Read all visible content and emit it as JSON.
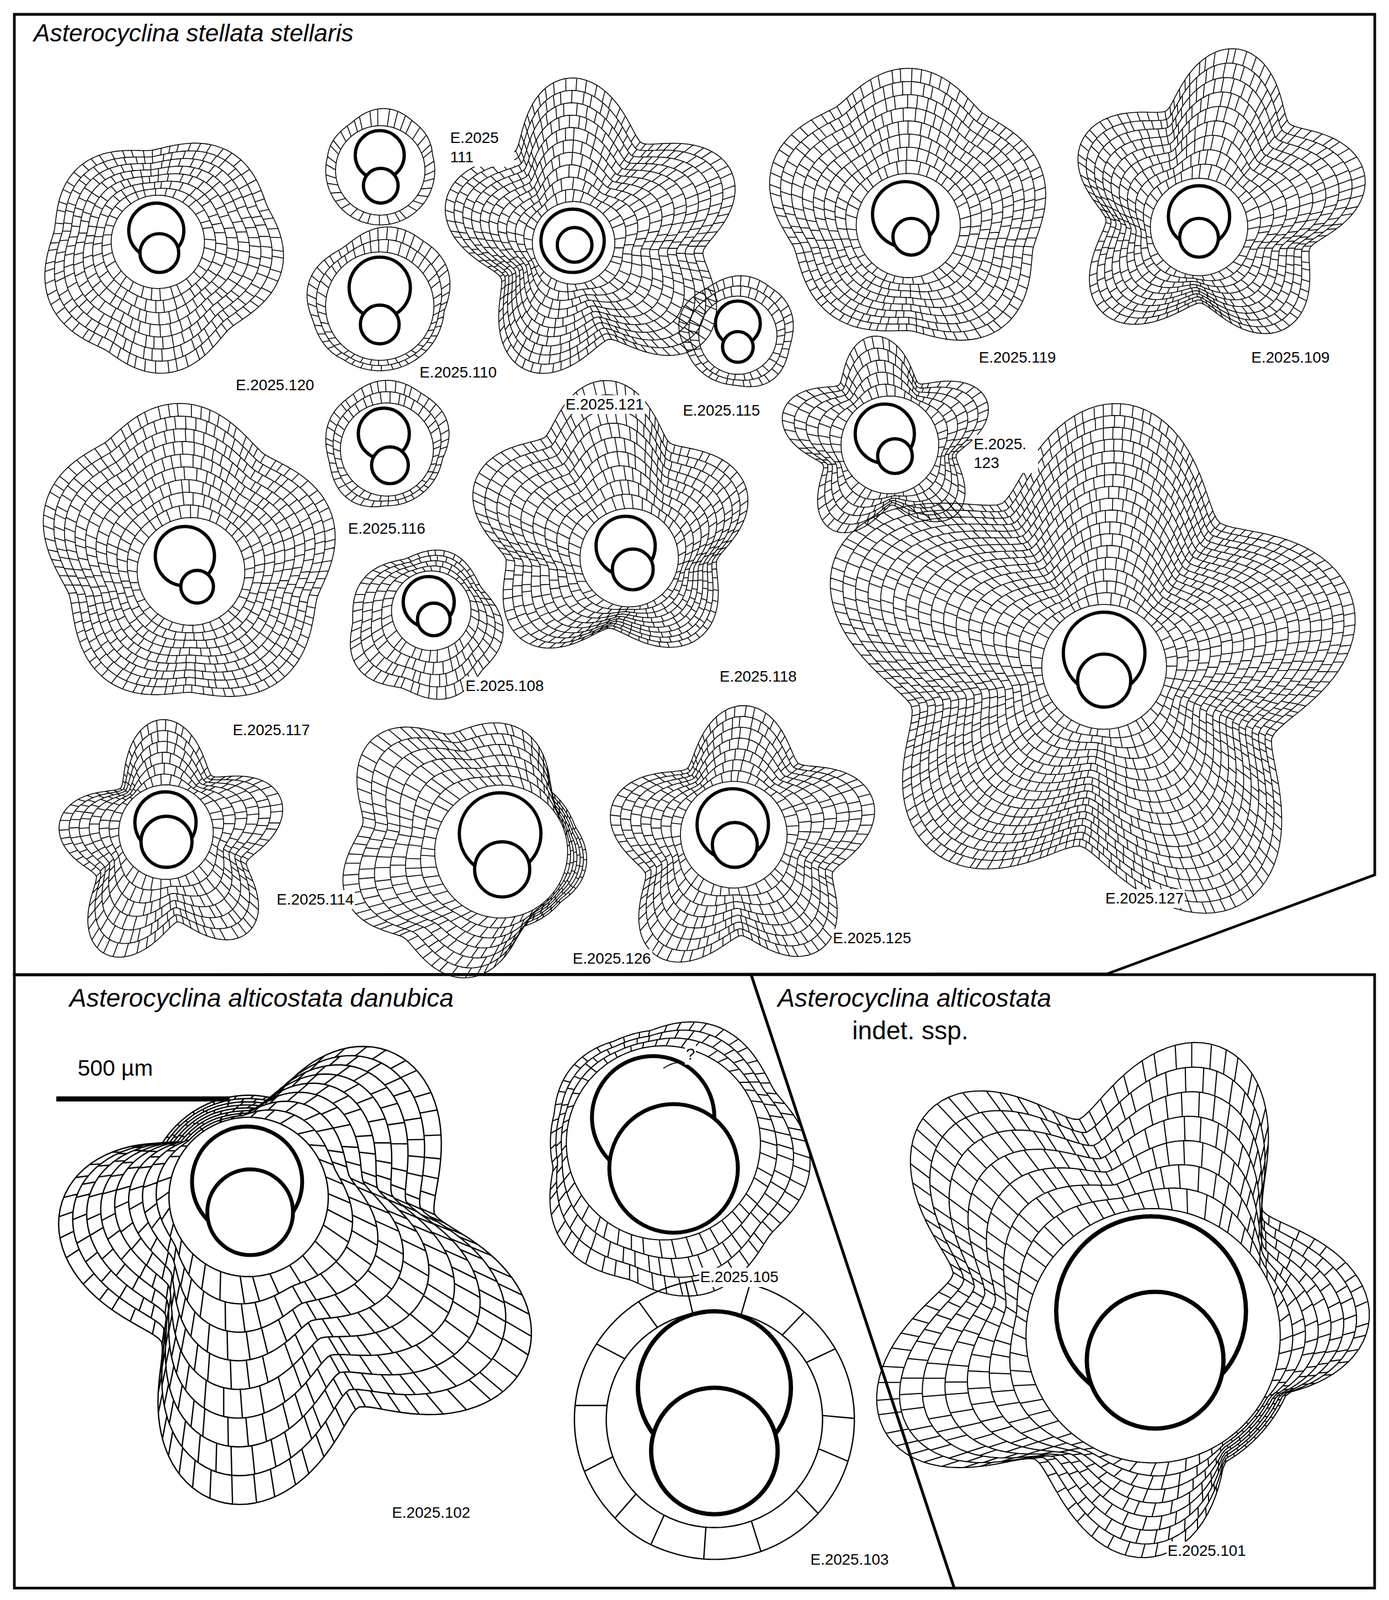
{
  "diagram": {
    "nodes": [
      {
        "text": [
          "Asterocyclina stellata stellaris"
        ]
      },
      {
        "text": [
          "Asterocyclina alticostata danubica"
        ]
      },
      {
        "text": [
          "Asterocyclina alticostata",
          "indet. ssp."
        ]
      }
    ],
    "labels": [
      "E.2025 111",
      "E.2025.120",
      "E.2025.110",
      "E.2025.121",
      "E.2025.115",
      "E.2025.119",
      "E.2025.109",
      "E.2025.116",
      "E.2025. 123",
      "E.2025.117",
      "E.2025.108",
      "E.2025.118",
      "E.2025.127",
      "E.2025.114",
      "E.2025.126",
      "E.2025.125",
      "500 µm",
      "?",
      "E.2025.105",
      "E.2025.103",
      "E.2025.102",
      "E.2025.101"
    ]
  }
}
